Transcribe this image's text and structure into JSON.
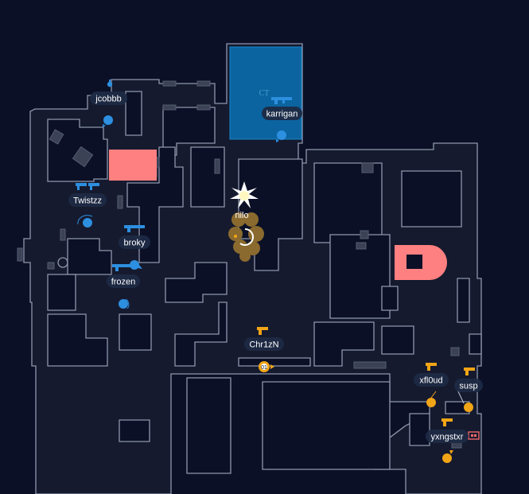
{
  "map": {
    "background": "#0b1026",
    "floor_color": "#151a2e",
    "wall_color": "#8e96ad",
    "ct_spawn_color": "#0b64a0",
    "ct_spawn_label": "CT",
    "site_color": "#ff8080"
  },
  "teams": {
    "ct_color": "#2d8fe0",
    "t_color": "#f2a516"
  },
  "players": [
    {
      "name": "jcobbb",
      "team": "ct",
      "weapon": "grenade-icon"
    },
    {
      "name": "karrigan",
      "team": "ct",
      "weapon": "rifle-icon"
    },
    {
      "name": "Twistzz",
      "team": "ct",
      "weapon": "rifle-icon"
    },
    {
      "name": "broky",
      "team": "ct",
      "weapon": "rifle-icon"
    },
    {
      "name": "frozen",
      "team": "ct",
      "weapon": "rifle-icon"
    },
    {
      "name": "Chr1zN",
      "team": "t",
      "weapon": "pistol-icon"
    },
    {
      "name": "xfl0ud",
      "team": "t",
      "weapon": "pistol-icon"
    },
    {
      "name": "susp",
      "team": "t",
      "weapon": "pistol-icon"
    },
    {
      "name": "yxngstxr",
      "team": "t",
      "weapon": "pistol-icon",
      "extra_icon": "bomb-icon"
    }
  ],
  "partial_label": "nilo",
  "bomb_carrier_badge": "01",
  "utility": {
    "flash": "flashbang-burst-icon",
    "smoke": "smoke-cloud-icon",
    "molotov_timer": "timer-ring-icon"
  }
}
